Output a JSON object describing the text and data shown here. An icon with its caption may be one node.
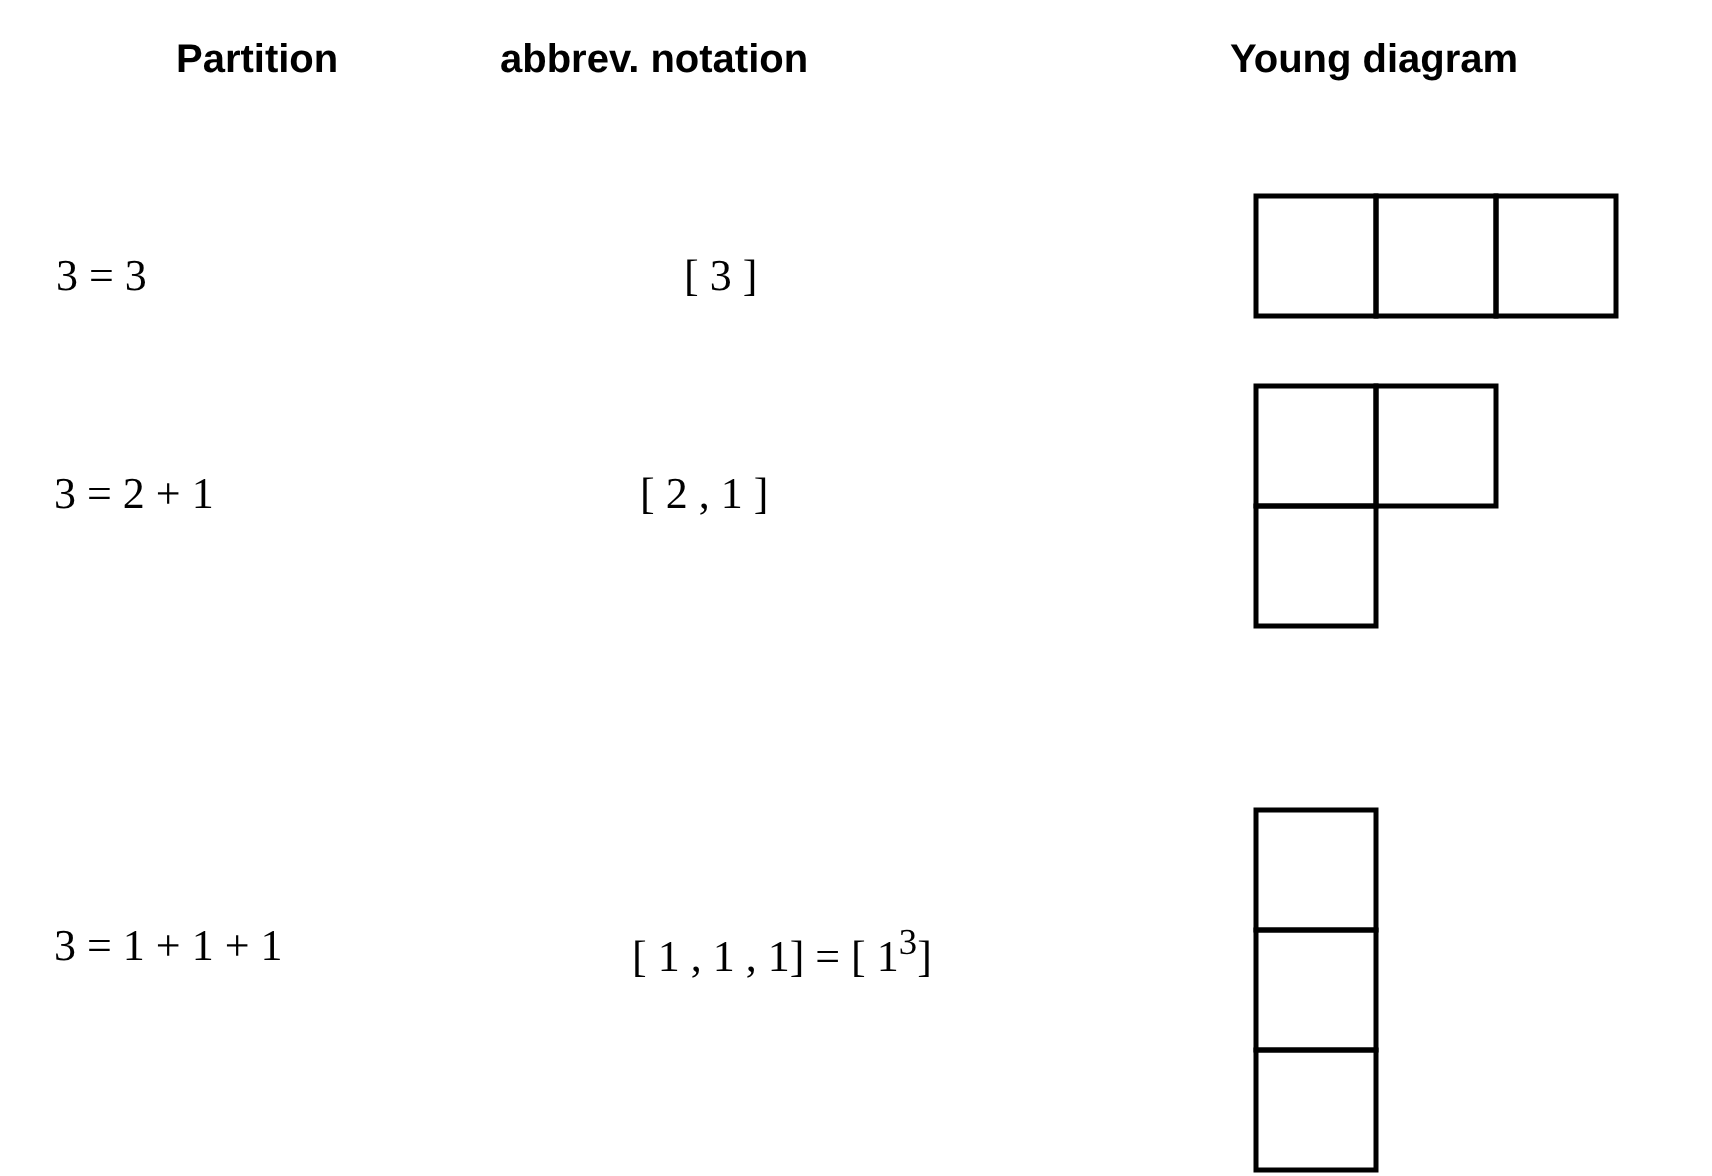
{
  "diagram": {
    "labels": [
      "Partition",
      "abbrev. notation",
      "Young diagram",
      "3 = 3",
      "[ 3 ]",
      "3 = 2 + 1",
      "[ 2 , 1 ]",
      "3 = 1 + 1 + 1",
      "[ 1 , 1 , 1] = [ 1$^{3}$]"
    ]
  }
}
